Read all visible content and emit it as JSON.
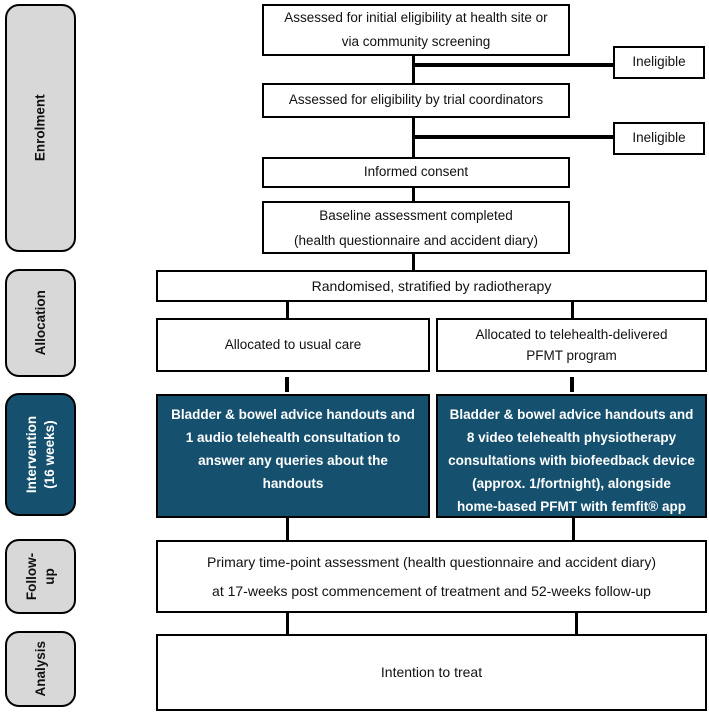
{
  "figure": {
    "type": "trial-flow-diagram",
    "stages_legend": "CONSORT-style participant flow"
  },
  "sidebar": {
    "stages": [
      {
        "id": "enrolment",
        "label": "Enrolment"
      },
      {
        "id": "allocation",
        "label": "Allocation"
      },
      {
        "id": "intervention",
        "label": "Intervention\n(16 weeks)"
      },
      {
        "id": "followup",
        "label": "Follow-\nup"
      },
      {
        "id": "analysis",
        "label": "Analysis"
      }
    ]
  },
  "flow": {
    "assessed_initial": "Assessed for initial eligibility at health site or\nvia community screening",
    "ineligible_1": "Ineligible",
    "assessed_coordinators": "Assessed for eligibility by trial coordinators",
    "ineligible_2": "Ineligible",
    "informed_consent": "Informed consent",
    "baseline": "Baseline assessment completed\n(health questionnaire and accident diary)",
    "randomised": "Randomised, stratified by radiotherapy",
    "allocated_usual_care": "Allocated to usual care",
    "allocated_telehealth": "Allocated to telehealth-delivered\nPFMT program",
    "intervention_usual_care": "Bladder & bowel advice handouts and\n1 audio telehealth consultation to\nanswer any queries about the\nhandouts",
    "intervention_telehealth": "Bladder & bowel advice handouts and\n8 video telehealth physiotherapy\nconsultations with biofeedback device\n(approx. 1/fortnight), alongside\nhome-based PFMT with femfit® app",
    "primary_timepoint": "Primary time-point assessment (health questionnaire and accident diary)\nat 17-weeks post commencement of treatment and 52-weeks follow-up",
    "intention_to_treat": "Intention to treat"
  },
  "colors": {
    "accent_blue": "#15516f",
    "stage_gray": "#d8d8d8",
    "line_black": "#000000",
    "box_white": "#ffffff"
  }
}
